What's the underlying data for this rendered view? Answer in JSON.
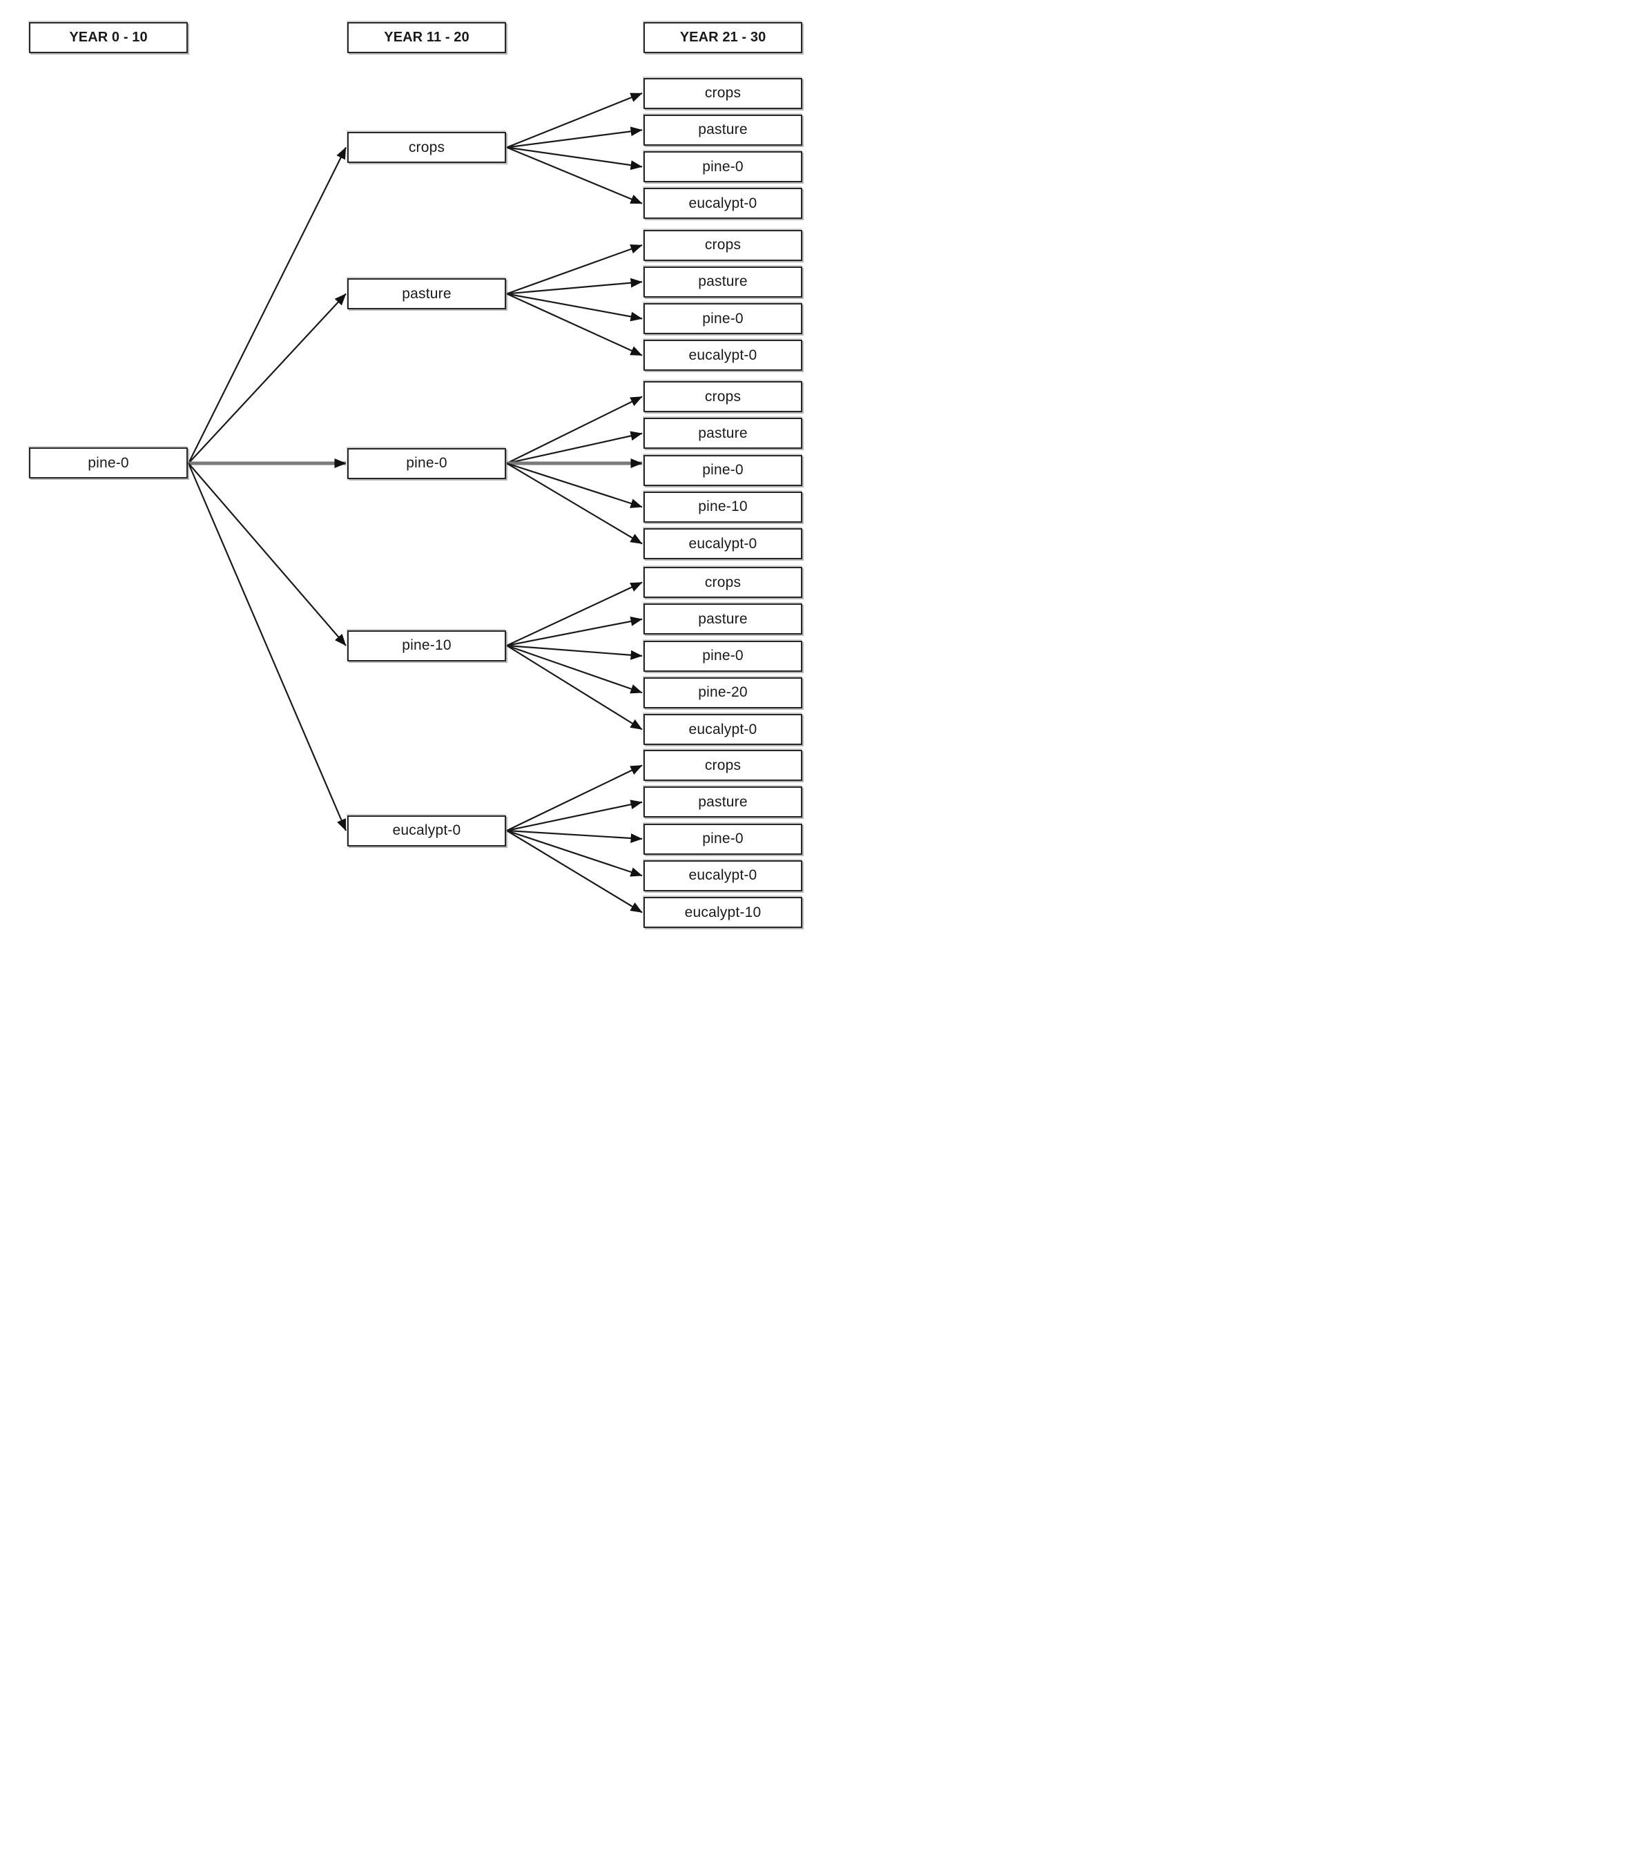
{
  "diagram": {
    "columns": [
      {
        "header": "YEAR 0 - 10"
      },
      {
        "header": "YEAR 11 - 20"
      },
      {
        "header": "YEAR 21 - 30"
      }
    ],
    "root": {
      "label": "pine-0"
    },
    "transitions": [
      {
        "label": "crops",
        "children": [
          "crops",
          "pasture",
          "pine-0",
          "eucalypt-0"
        ]
      },
      {
        "label": "pasture",
        "children": [
          "crops",
          "pasture",
          "pine-0",
          "eucalypt-0"
        ]
      },
      {
        "label": "pine-0",
        "children": [
          "crops",
          "pasture",
          "pine-0",
          "pine-10",
          "eucalypt-0"
        ]
      },
      {
        "label": "pine-10",
        "children": [
          "crops",
          "pasture",
          "pine-0",
          "pine-20",
          "eucalypt-0"
        ]
      },
      {
        "label": "eucalypt-0",
        "children": [
          "crops",
          "pasture",
          "pine-0",
          "eucalypt-0",
          "eucalypt-10"
        ]
      }
    ],
    "style": {
      "background": "#ffffff",
      "box_border_color": "#262626",
      "arrow_color": "#1a1a1a",
      "trunk_arrow_color": "#7a7a7a"
    }
  }
}
